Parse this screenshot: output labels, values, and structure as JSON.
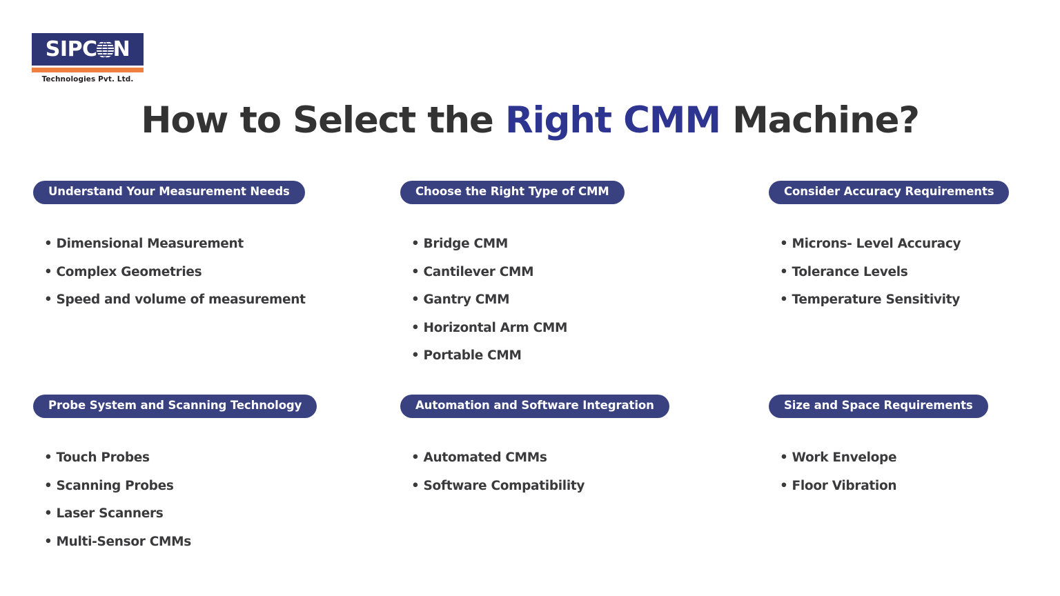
{
  "brand": {
    "wordmark_part1": "SIPC",
    "wordmark_globe": "globe-o",
    "wordmark_part2": "N",
    "tagline": "Technologies Pvt. Ltd.",
    "box_color": "#2e3575",
    "rule_color": "#ef7f3e"
  },
  "title": {
    "part1": "How to Select the ",
    "accent": "Right CMM",
    "part2": " Machine?",
    "text_color": "#333333",
    "accent_color": "#2e3590"
  },
  "theme": {
    "pill_background": "#3a4180",
    "pill_text": "#ffffff",
    "bullet_text": "#3a3a3c",
    "page_background": "#ffffff"
  },
  "sections": [
    {
      "id": "understand-your-measurement-needs",
      "heading": "Understand Your Measurement Needs",
      "items": [
        "Dimensional Measurement",
        "Complex Geometries",
        "Speed and volume of measurement"
      ]
    },
    {
      "id": "choose-the-right-type-of-cmm",
      "heading": "Choose the Right Type of CMM",
      "items": [
        "Bridge CMM",
        "Cantilever CMM",
        "Gantry CMM",
        "Horizontal Arm CMM",
        "Portable CMM"
      ]
    },
    {
      "id": "consider-accuracy-requirements",
      "heading": "Consider Accuracy Requirements",
      "items": [
        "Microns- Level Accuracy",
        "Tolerance Levels",
        "Temperature Sensitivity"
      ]
    },
    {
      "id": "probe-system-and-scanning-technology",
      "heading": "Probe System and Scanning Technology",
      "items": [
        "Touch Probes",
        "Scanning Probes",
        "Laser Scanners",
        "Multi-Sensor CMMs"
      ]
    },
    {
      "id": "automation-and-software-integration",
      "heading": "Automation and Software Integration",
      "items": [
        "Automated CMMs",
        "Software Compatibility"
      ]
    },
    {
      "id": "size-and-space-requirements",
      "heading": "Size and Space Requirements",
      "items": [
        "Work Envelope",
        "Floor Vibration"
      ]
    }
  ],
  "bullet_glyph": "•"
}
